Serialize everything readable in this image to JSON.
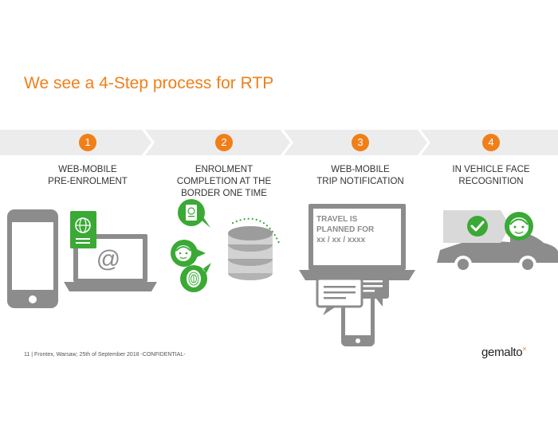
{
  "title": "We see a 4-Step process for RTP",
  "steps": [
    {
      "number": "1",
      "label_line1": "WEB-MOBILE",
      "label_line2": "PRE-ENROLMENT",
      "label_line3": ""
    },
    {
      "number": "2",
      "label_line1": "ENROLMENT",
      "label_line2": "COMPLETION AT THE",
      "label_line3": "BORDER ONE TIME"
    },
    {
      "number": "3",
      "label_line1": "WEB-MOBILE",
      "label_line2": "TRIP NOTIFICATION",
      "label_line3": ""
    },
    {
      "number": "4",
      "label_line1": "IN VEHICLE FACE",
      "label_line2": "RECOGNITION",
      "label_line3": ""
    }
  ],
  "laptop_screen_text": {
    "line1": "TRAVEL IS",
    "line2": "PLANNED FOR",
    "line3": "xx / xx / xxxx"
  },
  "email_symbol": "@",
  "footer": "11  |  Frontex, Warsaw; 25th of September 2018  -CONFIDENTIAL-",
  "logo": {
    "text": "gemalto",
    "mark": "×"
  },
  "colors": {
    "accent_orange": "#f07f19",
    "green": "#3aa935",
    "gray": "#8c8c8c",
    "band": "#ececec"
  }
}
